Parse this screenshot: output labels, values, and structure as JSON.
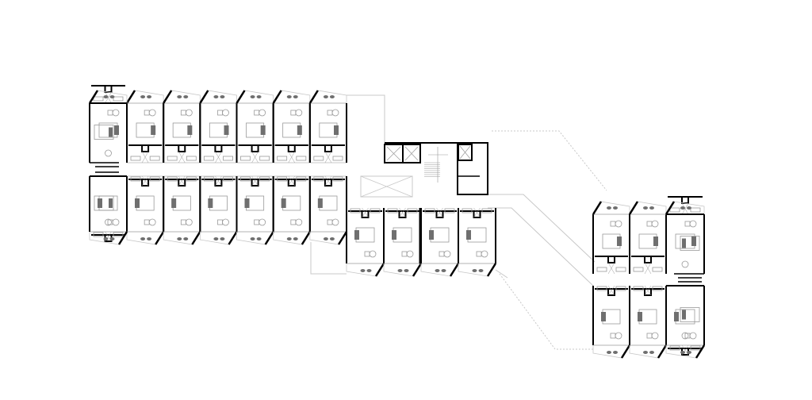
{
  "plan": {
    "colors": {
      "background": "#ffffff",
      "wall": "#000000",
      "furniture": "#9a9a9a",
      "bed_pillow": "#6f6f6f",
      "outline": "#c8c8c8"
    },
    "wings": {
      "west_units_per_side": 7,
      "south_units": 4,
      "east_units_per_side": 3
    }
  }
}
